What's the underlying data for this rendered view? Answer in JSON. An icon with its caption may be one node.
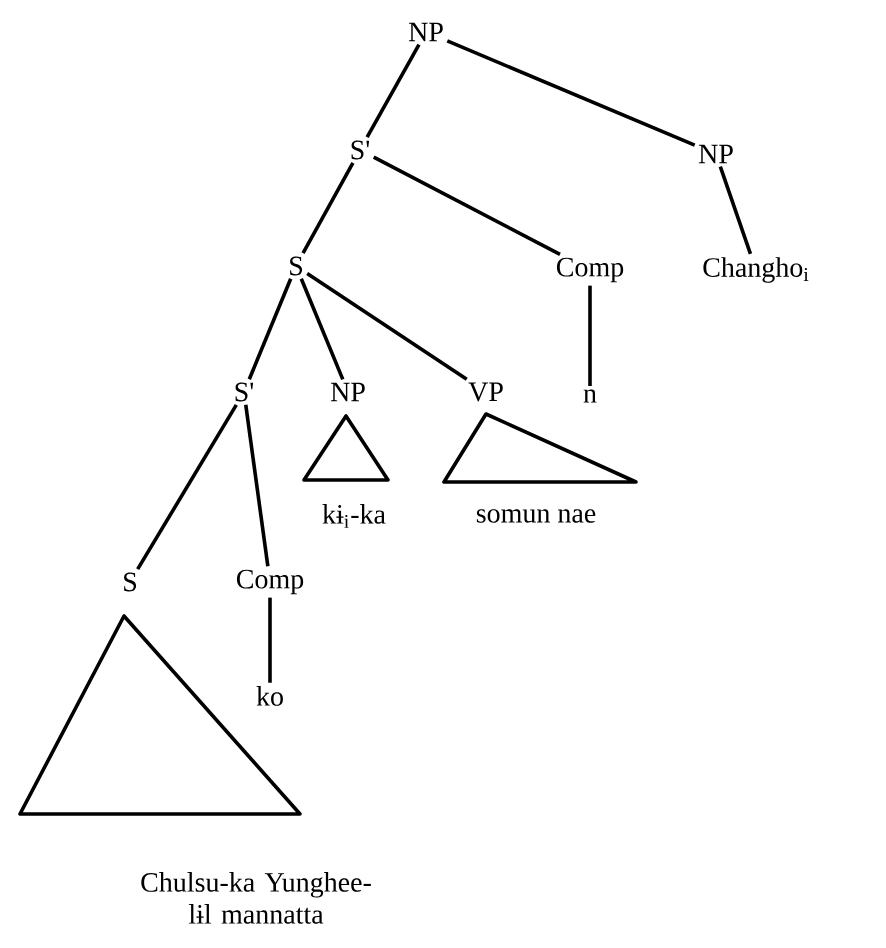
{
  "diagram": {
    "nodes": [
      {
        "text": [
          "NP"
        ]
      },
      {
        "text": [
          "S'"
        ]
      },
      {
        "text": [
          "NP"
        ]
      },
      {
        "text": [
          "S"
        ]
      },
      {
        "text": [
          "Comp"
        ]
      },
      {
        "text": [
          "Changho$_{i}$"
        ]
      },
      {
        "text": [
          "S'"
        ]
      },
      {
        "text": [
          "NP"
        ]
      },
      {
        "text": [
          "VP"
        ]
      },
      {
        "text": [
          "n"
        ]
      },
      {
        "text": [
          "kɨ$_{i}$-ka"
        ]
      },
      {
        "text": [
          "somun nae"
        ]
      },
      {
        "text": [
          "S"
        ]
      },
      {
        "text": [
          "Comp"
        ]
      },
      {
        "text": [
          "ko"
        ]
      },
      {
        "text": [
          "Chulsu-ka Yunghee-lɨl mannatta"
        ]
      }
    ],
    "edges": [
      {
        "from": 0,
        "to": 1,
        "arrow": "none"
      },
      {
        "from": 0,
        "to": 2,
        "arrow": "none"
      },
      {
        "from": 1,
        "to": 3,
        "arrow": "none"
      },
      {
        "from": 1,
        "to": 4,
        "arrow": "none"
      },
      {
        "from": 2,
        "to": 5,
        "arrow": "none"
      },
      {
        "from": 3,
        "to": 6,
        "arrow": "none"
      },
      {
        "from": 3,
        "to": 7,
        "arrow": "none"
      },
      {
        "from": 3,
        "to": 8,
        "arrow": "none"
      },
      {
        "from": 4,
        "to": 9,
        "arrow": "none"
      },
      {
        "from": 6,
        "to": 12,
        "arrow": "none"
      },
      {
        "from": 6,
        "to": 13,
        "arrow": "none"
      },
      {
        "from": 13,
        "to": 14,
        "arrow": "none"
      }
    ]
  }
}
